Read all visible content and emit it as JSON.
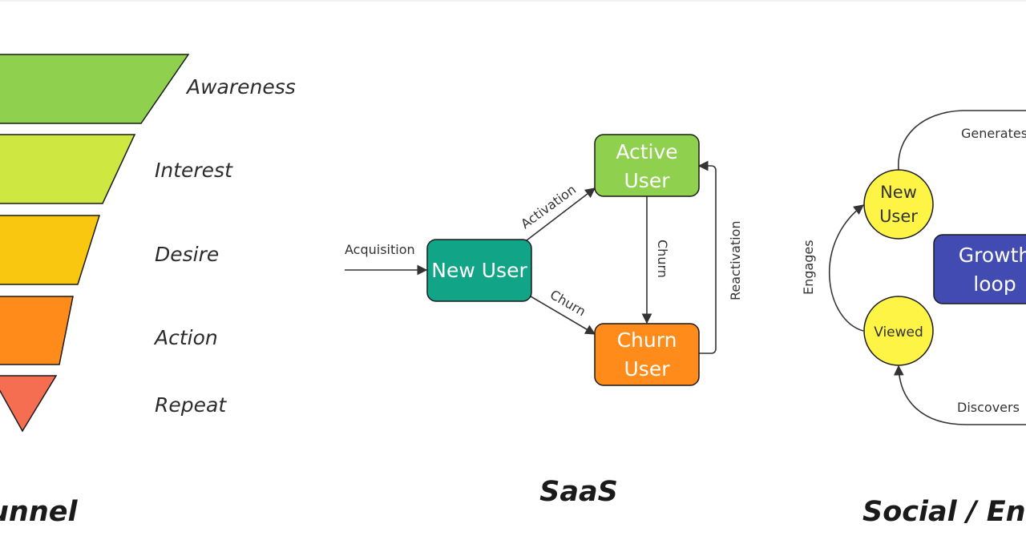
{
  "funnel": {
    "title": "unnel",
    "stages": [
      {
        "label": "Awareness",
        "color": "#8fd14f"
      },
      {
        "label": "Interest",
        "color": "#cee741"
      },
      {
        "label": "Desire",
        "color": "#fac710"
      },
      {
        "label": "Action",
        "color": "#ff8c1a"
      },
      {
        "label": "Repeat",
        "color": "#f66e52"
      }
    ]
  },
  "saas": {
    "title": "SaaS",
    "nodes": {
      "new_user": {
        "line1": "New User",
        "color": "#12a486"
      },
      "active_user": {
        "line1": "Active",
        "line2": "User",
        "color": "#8fd14f"
      },
      "churn_user": {
        "line1": "Churn",
        "line2": "User",
        "color": "#ff8c1a"
      }
    },
    "edges": {
      "acquisition": "Acquisition",
      "activation": "Activation",
      "churn_new": "Churn",
      "churn_active": "Churn",
      "reactivation": "Reactivation"
    }
  },
  "social": {
    "title": "Social / Ente",
    "nodes": {
      "new_user": {
        "line1": "New",
        "line2": "User",
        "color": "#fef445"
      },
      "viewed": {
        "line1": "Viewed",
        "color": "#fef445"
      },
      "growth_loop": {
        "line1": "Growth",
        "line2": "loop",
        "color": "#414bb2"
      }
    },
    "edges": {
      "generates": "Generates",
      "engages": "Engages",
      "discovers": "Discovers"
    }
  }
}
